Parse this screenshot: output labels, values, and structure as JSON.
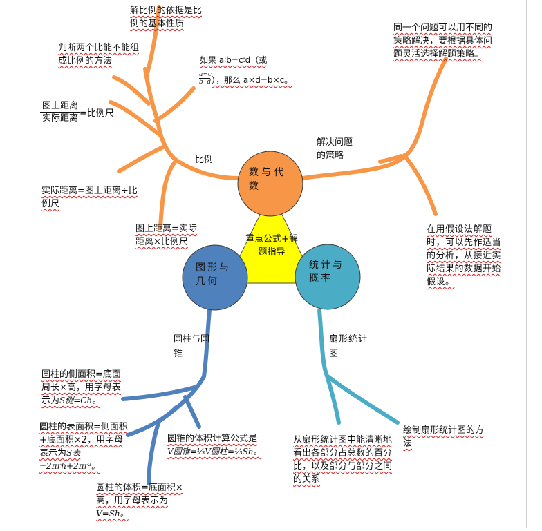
{
  "center": {
    "title": "重点公式+解题指导",
    "color": "#ffff00"
  },
  "nodes": {
    "algebra": {
      "label": "数与代数",
      "color": "#f79646"
    },
    "geometry": {
      "label": "图形与几何",
      "color": "#4f81bd"
    },
    "statistics": {
      "label": "统计与概率",
      "color": "#4bacc6"
    }
  },
  "branches": {
    "ratio": "比例",
    "strategy": "解决问题的策略",
    "cylinder_cone": "圆柱与圆锥",
    "pie_chart": "扇形统计图"
  },
  "leaves": {
    "ratio_basis": "解比例的依据是比例的基本性质",
    "ratio_judge": "判断两个比能不能组成比例的方法",
    "ratio_rule_a": "如果 a∶b=c∶d（或",
    "ratio_rule_b": "），那么 a×d=b×c。",
    "scale_num": "图上距离",
    "scale_den": "实际距离",
    "scale_eq": "=比例尺",
    "actual_distance": "实际距离=图上距离÷比例尺",
    "map_distance": "图上距离=实际距离×比例尺",
    "strategy_multi": "同一个问题可以用不同的策略解决，要根据具体问题灵活选择解题策略。",
    "strategy_assume": "在用假设法解题时，可以先作适当的分析，从接近实际结果的数据开始假设。",
    "cyl_lateral_a": "圆柱的侧面积=底面周长×高，用字母表示为",
    "cyl_lateral_b": "S侧=Ch。",
    "cyl_surface_a": "圆柱的表面积=侧面积+底面积×2，用字母表示为",
    "cyl_surface_b": "S表=2πrh+2πr²。",
    "cone_volume_a": "圆锥的体积计算公式是",
    "cone_volume_b": "V圆锥=⅓V圆柱=⅓Sh。",
    "cyl_volume_a": "圆柱的体积=底面积×高，用字母表示为",
    "cyl_volume_b": "V=Sh。",
    "pie_read": "从扇形统计图中能清晰地看出各部分占总数的百分比，以及部分与部分之间的关系",
    "pie_draw": "绘制扇形统计图的方法"
  },
  "colors": {
    "orange": "#f79646",
    "blue": "#4f81bd",
    "teal": "#4bacc6",
    "squiggle": "#d21c1c"
  }
}
